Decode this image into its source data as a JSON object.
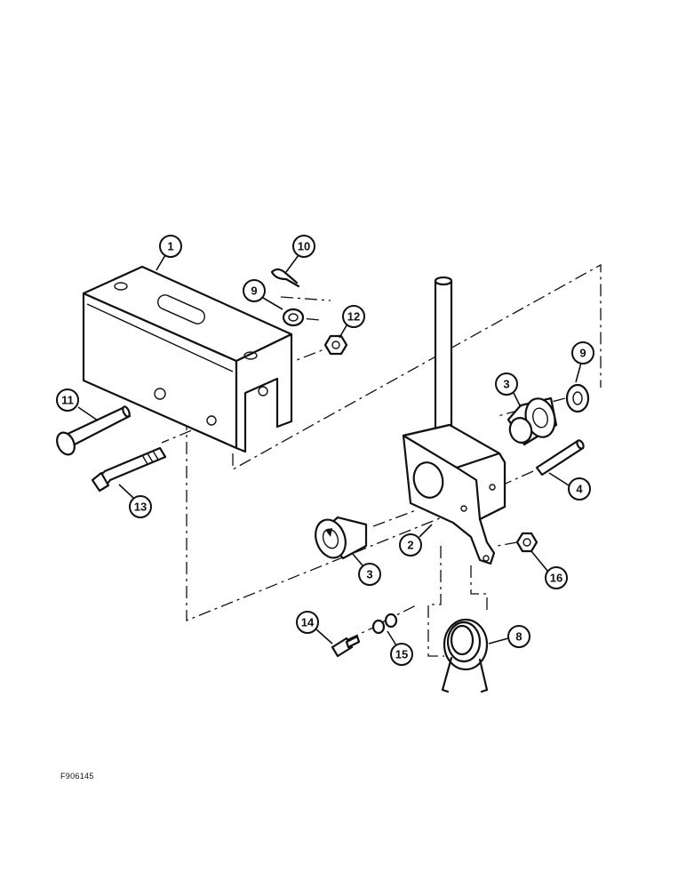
{
  "figure_id": "F906145",
  "callouts": [
    "1",
    "10",
    "9",
    "12",
    "11",
    "13",
    "3",
    "9",
    "4",
    "2",
    "16",
    "3",
    "14",
    "15",
    "8"
  ]
}
